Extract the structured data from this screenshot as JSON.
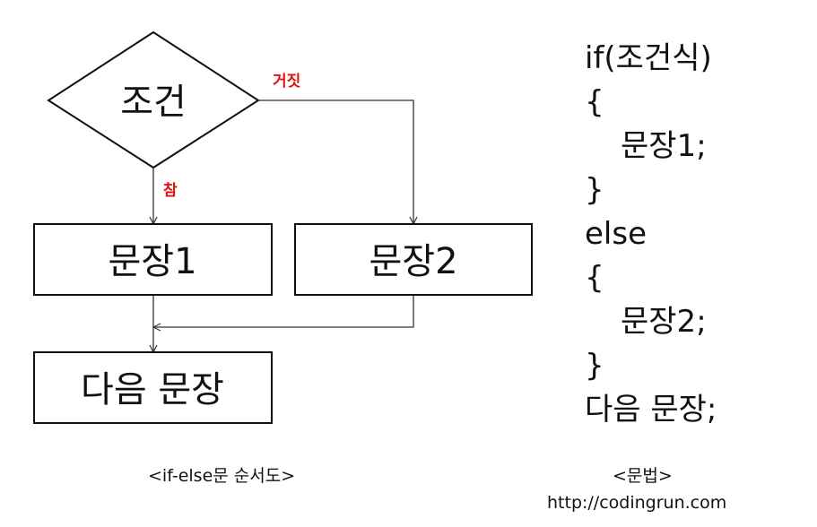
{
  "flowchart": {
    "condition": "조건",
    "true_label": "참",
    "false_label": "거짓",
    "statement1": "문장1",
    "statement2": "문장2",
    "next": "다음 문장",
    "caption": "<if-else문 순서도>"
  },
  "syntax": {
    "lines": [
      "if(조건식)",
      "{",
      "문장1;",
      "}",
      "else",
      "{",
      "문장2;",
      "}",
      "다음 문장;"
    ],
    "caption": "<문법>"
  },
  "credit": "http://codingrun.com",
  "colors": {
    "branch_label": "#e01010",
    "line": "#333333",
    "text": "#111111"
  }
}
